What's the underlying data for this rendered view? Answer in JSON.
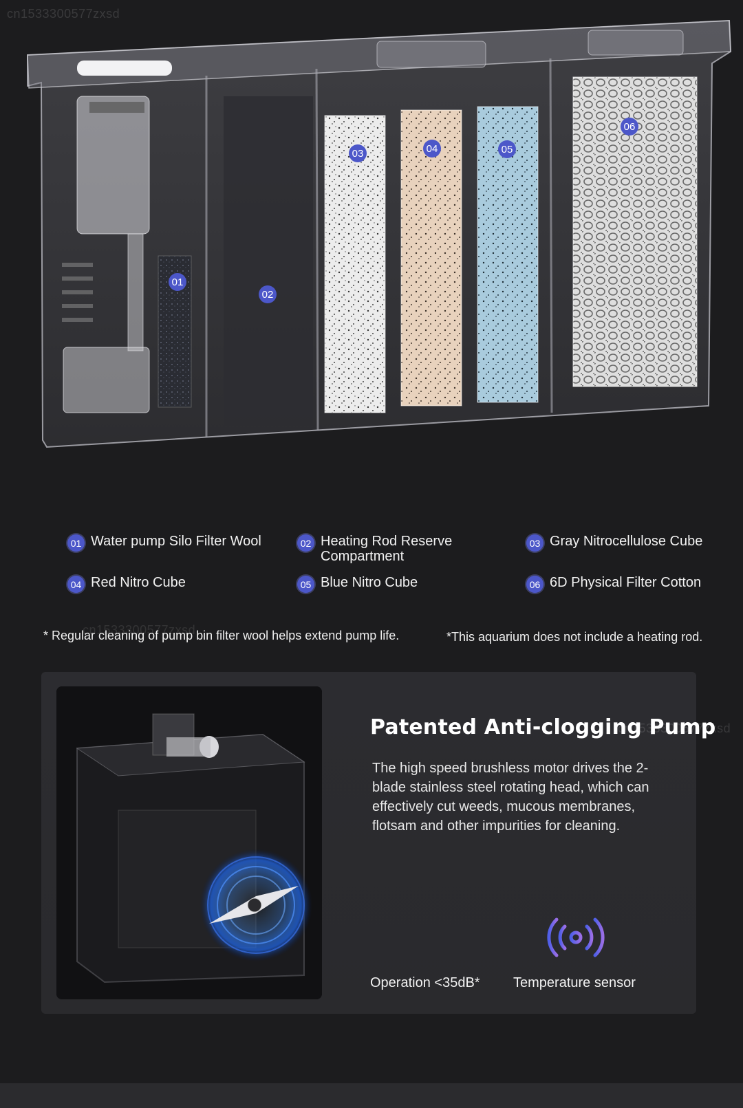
{
  "watermark": "cn1533300577zxsd",
  "diagram_badges": [
    "01",
    "02",
    "03",
    "04",
    "05",
    "06"
  ],
  "legend": [
    {
      "num": "01",
      "label": "Water pump Silo Filter Wool"
    },
    {
      "num": "02",
      "label": "Heating Rod Reserve Compartment"
    },
    {
      "num": "03",
      "label": "Gray Nitrocellulose Cube"
    },
    {
      "num": "04",
      "label": "Red Nitro Cube"
    },
    {
      "num": "05",
      "label": "Blue Nitro Cube"
    },
    {
      "num": "06",
      "label": "6D Physical Filter Cotton"
    }
  ],
  "notes": {
    "left": "* Regular cleaning of pump bin filter wool helps extend pump life.",
    "right": "*This aquarium does not include a heating rod."
  },
  "pump_section": {
    "title": "Patented Anti-clogging Pump",
    "body": "The high speed brushless motor drives the 2-blade stainless steel rotating head, which can effectively cut weeds, mucous membranes, flotsam and other impurities for cleaning.",
    "features": [
      {
        "icon": "sound-wave-icon",
        "label": "Operation <35dB*"
      },
      {
        "icon": "signal-broadcast-icon",
        "label": "Temperature sensor"
      }
    ]
  },
  "colors": {
    "background": "#1c1c1e",
    "badge": "#4c57c9",
    "accent_icon": "#5b6ee8",
    "panel": "#2c2c30"
  }
}
